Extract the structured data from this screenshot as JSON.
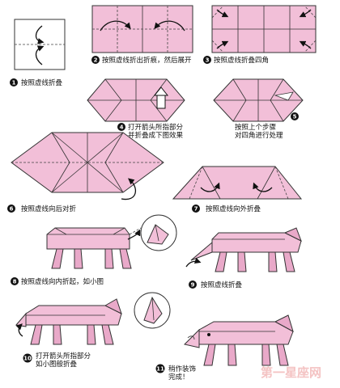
{
  "steps": [
    {
      "num": "1",
      "caption": "按照虚线折叠"
    },
    {
      "num": "2",
      "caption": "按照虚线折出折痕，然后展开"
    },
    {
      "num": "3",
      "caption": "按照虚线折叠四角"
    },
    {
      "num": "4",
      "caption_line1": "打开箭头所指部分",
      "caption_line2": "并折叠成下图效果"
    },
    {
      "num": "5",
      "caption_line1": "按照上个步骤",
      "caption_line2": "对四角进行处理"
    },
    {
      "num": "6",
      "caption": "按照虚线向后对折"
    },
    {
      "num": "7",
      "caption": "按照虚线向外折叠"
    },
    {
      "num": "8",
      "caption": "按照虚线向内折起，如小图"
    },
    {
      "num": "9",
      "caption": "按照虚线折叠"
    },
    {
      "num": "10",
      "caption_line1": "打开箭头所指部分",
      "caption_line2": "如小图般折叠"
    },
    {
      "num": "11",
      "caption_line1": "稍作装饰",
      "caption_line2": "完成！"
    }
  ],
  "watermark": "第一星座网",
  "colors": {
    "paper": "#f2bfd8",
    "paper_dark": "#e9a9c9",
    "outline": "#333333",
    "watermark": "#f4c3c3"
  }
}
